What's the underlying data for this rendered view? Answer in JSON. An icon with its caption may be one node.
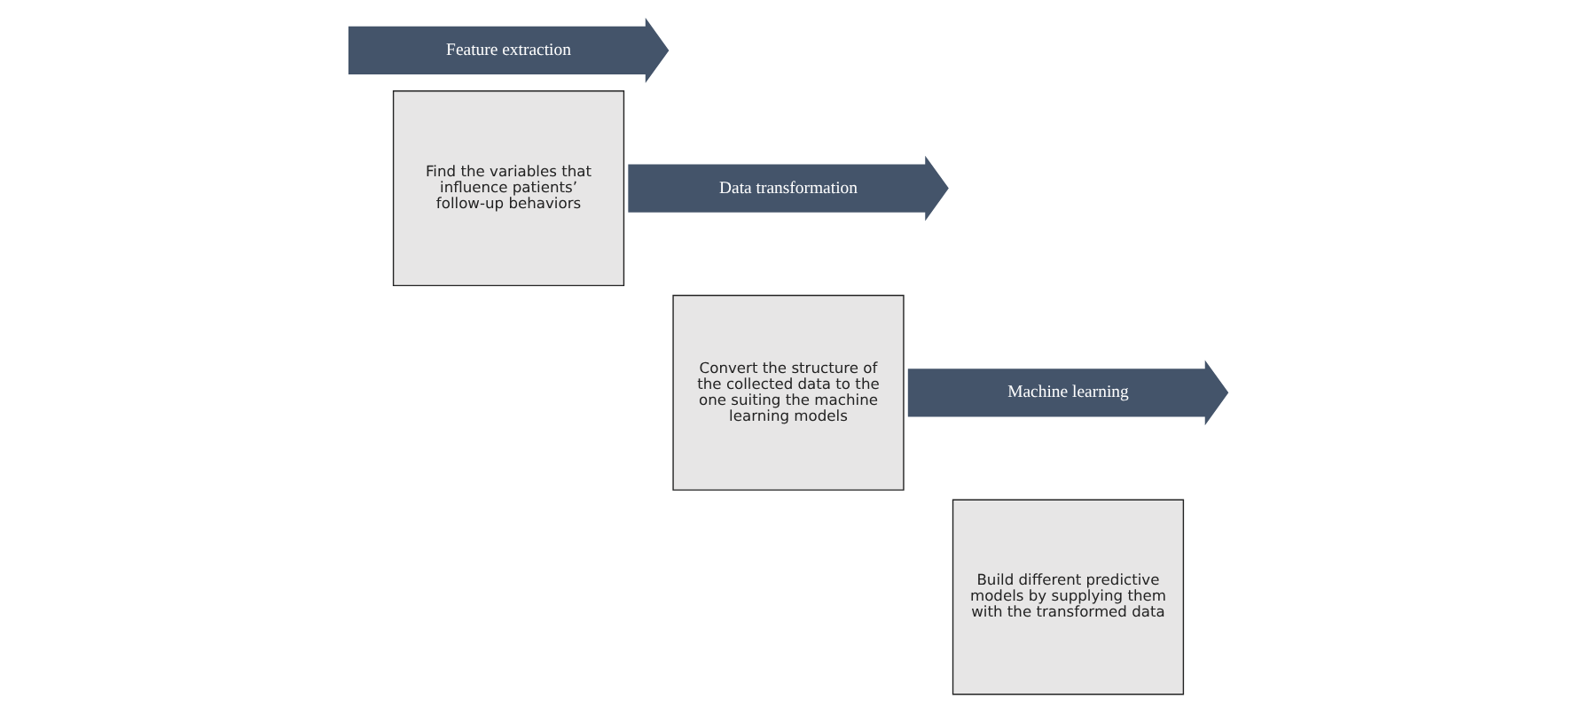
{
  "diagram": {
    "nodes": [
      {
        "text": [
          "Feature extraction"
        ]
      },
      {
        "text": [
          "Find the variables that influence patients’ follow-up behaviors"
        ]
      },
      {
        "text": [
          "Data transformation"
        ]
      },
      {
        "text": [
          "Convert the structure of the collected data to the one suiting the machine learning models"
        ]
      },
      {
        "text": [
          "Machine learning"
        ]
      },
      {
        "text": [
          "Build different predictive models by supplying them with the transformed data"
        ]
      }
    ],
    "edges": []
  }
}
